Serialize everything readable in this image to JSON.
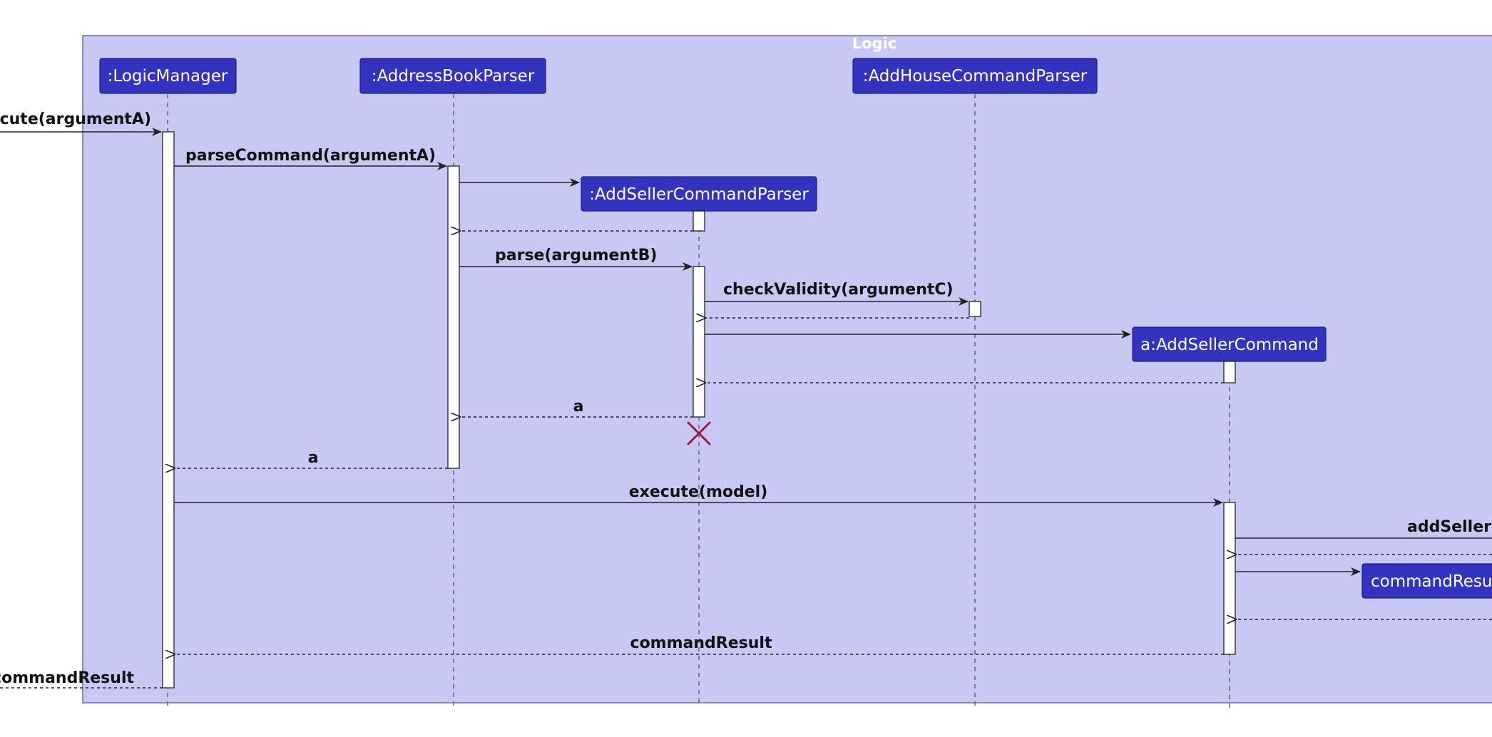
{
  "frame": {
    "title": "Logic"
  },
  "colors": {
    "frame_fill": "#c8c8f5",
    "frame_border": "#6f6fa0",
    "participant_fill": "#3333c0",
    "participant_border": "#1f1f80",
    "line": "#222222",
    "destroy": "#9b1b3a",
    "activation_fill": "#ffffff"
  },
  "participants": [
    {
      "id": "logic-manager",
      "label": ":LogicManager"
    },
    {
      "id": "address-book-parser",
      "label": ":AddressBookParser"
    },
    {
      "id": "add-seller-command-parser",
      "label": ":AddSellerCommandParser"
    },
    {
      "id": "add-house-command-parser",
      "label": ":AddHouseCommandParser"
    },
    {
      "id": "add-seller-command",
      "label": "a:AddSellerCommand"
    },
    {
      "id": "command-result",
      "label": "commandResult"
    }
  ],
  "messages": [
    {
      "id": "execute-argument-a",
      "label": "execute(argumentA)",
      "style": "sync"
    },
    {
      "id": "parse-command",
      "label": "parseCommand(argumentA)",
      "style": "sync"
    },
    {
      "id": "create-add-seller-command-parser",
      "label": "",
      "style": "create"
    },
    {
      "id": "return-from-add-seller-command-parser",
      "label": "",
      "style": "return"
    },
    {
      "id": "parse-argument-b",
      "label": "parse(argumentB)",
      "style": "sync"
    },
    {
      "id": "check-validity",
      "label": "checkValidity(argumentC)",
      "style": "sync"
    },
    {
      "id": "return-check-validity",
      "label": "",
      "style": "return"
    },
    {
      "id": "create-add-seller-command",
      "label": "",
      "style": "create"
    },
    {
      "id": "return-from-add-seller-command",
      "label": "",
      "style": "return"
    },
    {
      "id": "return-a-to-parser",
      "label": "a",
      "style": "return"
    },
    {
      "id": "return-a-to-logic-manager",
      "label": "a",
      "style": "return"
    },
    {
      "id": "execute-model",
      "label": "execute(model)",
      "style": "sync"
    },
    {
      "id": "add-seller",
      "label": "addSeller(",
      "style": "sync"
    },
    {
      "id": "return-add-seller",
      "label": "",
      "style": "return"
    },
    {
      "id": "create-command-result",
      "label": "",
      "style": "create"
    },
    {
      "id": "return-from-command-result",
      "label": "",
      "style": "return"
    },
    {
      "id": "return-command-result-internal",
      "label": "commandResult",
      "style": "return"
    },
    {
      "id": "return-command-result-external",
      "label": "commandResult",
      "style": "return"
    }
  ]
}
